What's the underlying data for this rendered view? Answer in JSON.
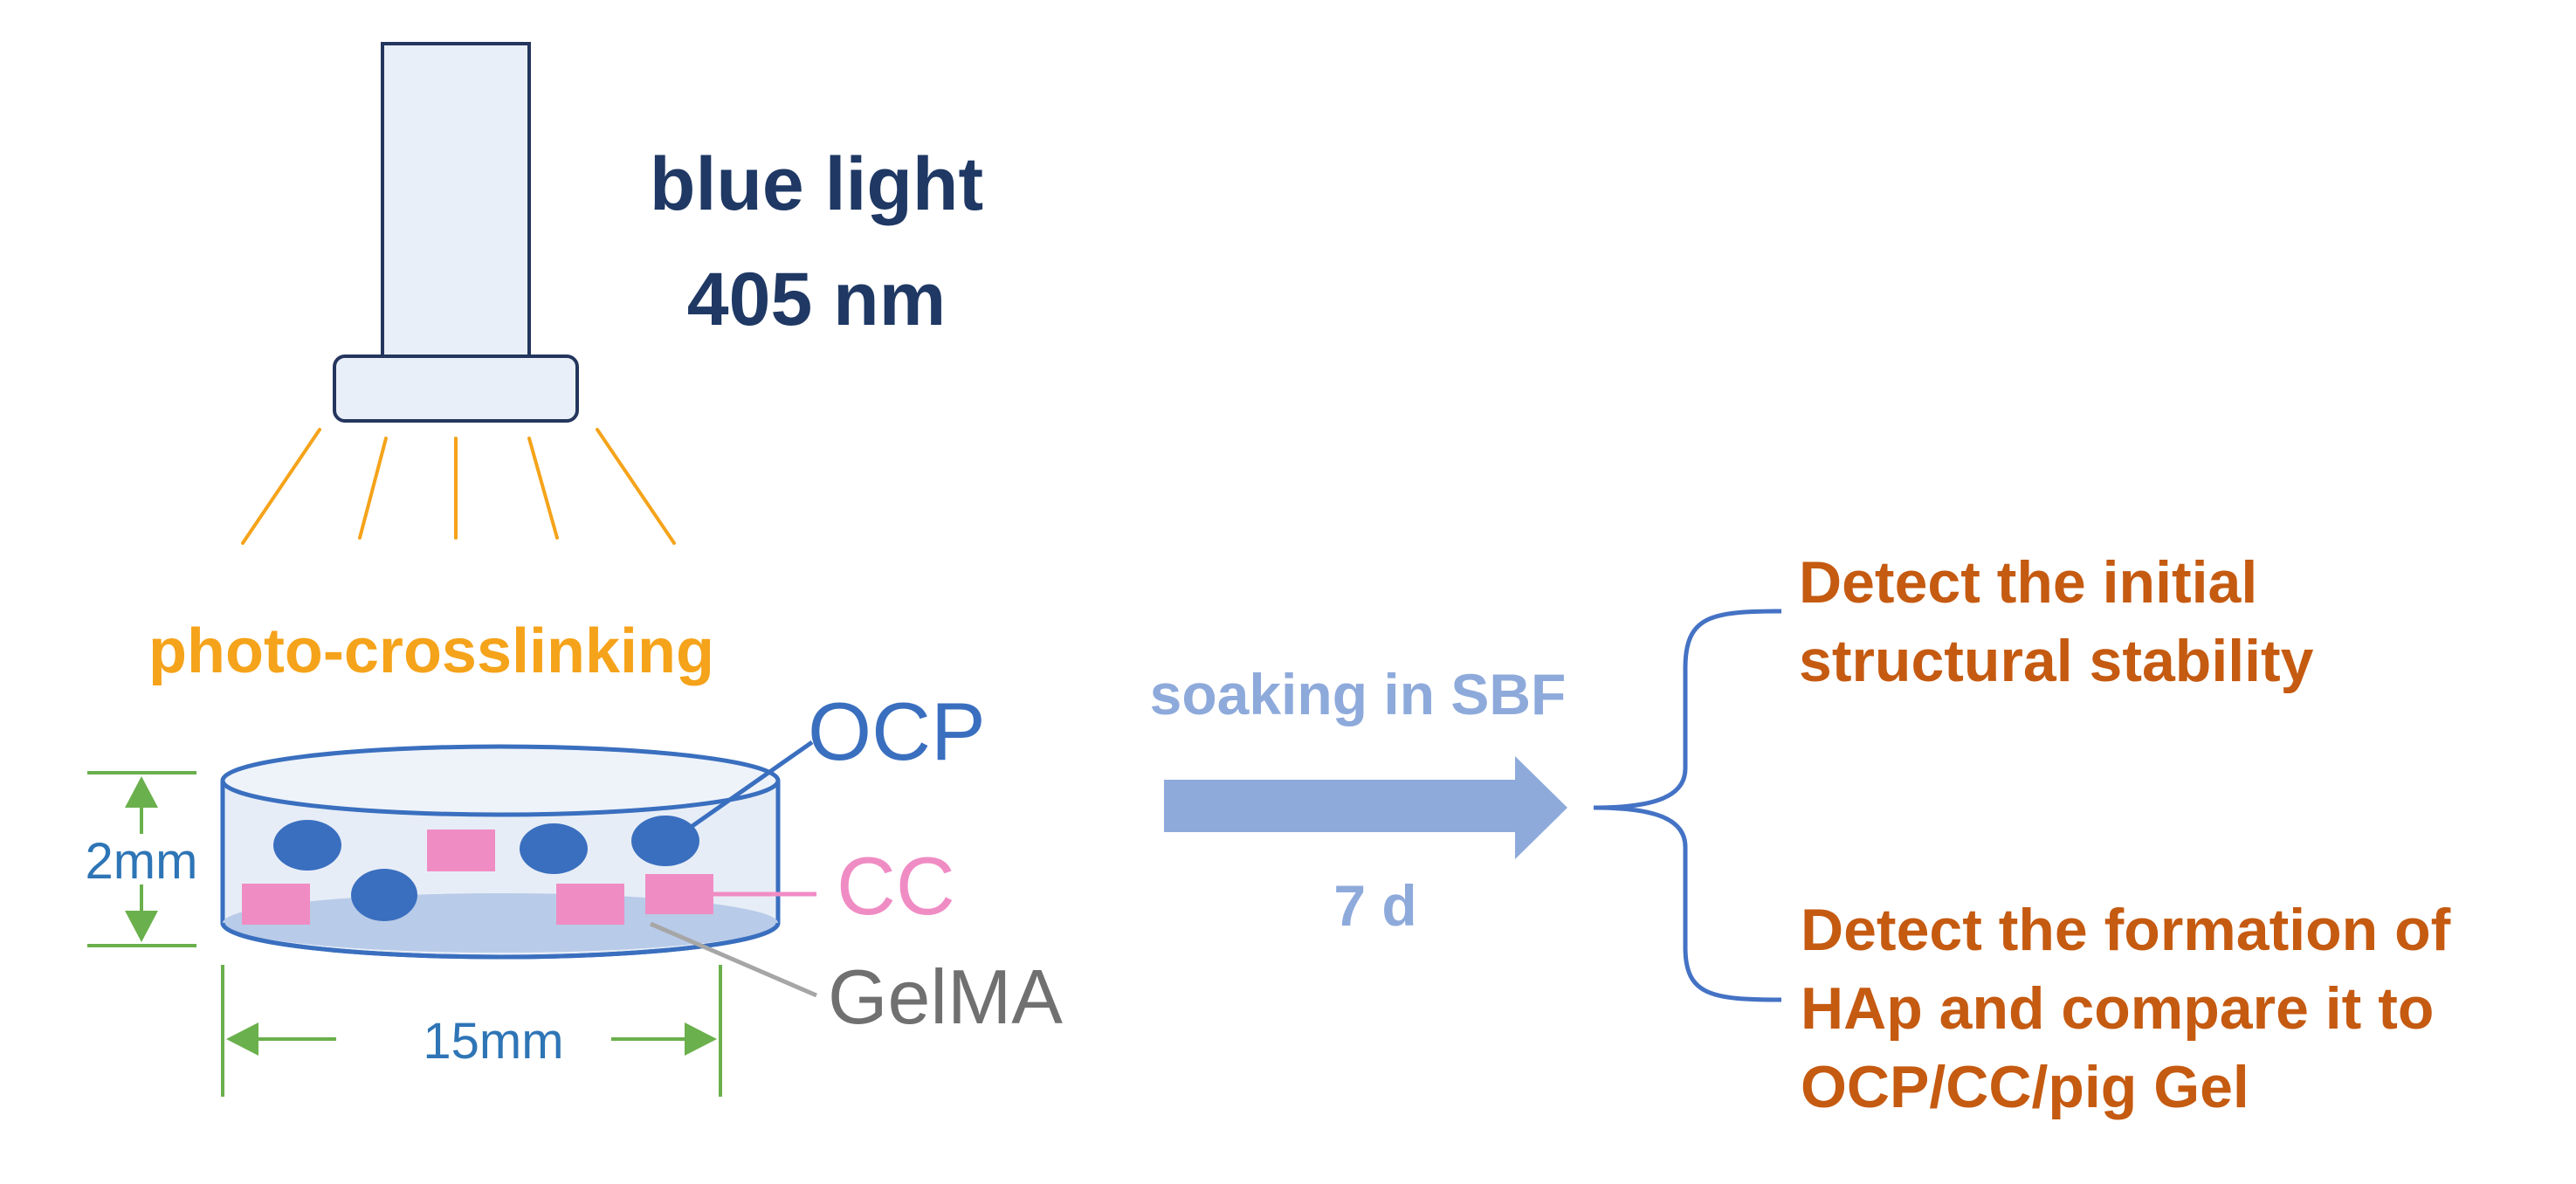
{
  "light": {
    "line1": "blue light",
    "line2": "405 nm",
    "color": "#1f3864"
  },
  "process": {
    "crosslink_label": "photo-crosslinking",
    "crosslink_color": "#f5a31a"
  },
  "sample": {
    "components": {
      "ocp": "OCP",
      "cc": "CC",
      "gelma": "GelMA"
    },
    "dimensions": {
      "height": "2mm",
      "width": "15mm"
    },
    "colors": {
      "ocp": "#3a6fbf",
      "cc": "#f08cc4",
      "gelma": "#707070",
      "dimension_arrow": "#6ab04c",
      "dimension_text": "#2e75b6"
    }
  },
  "step": {
    "label": "soaking in SBF",
    "duration": "7 d",
    "color": "#8eaadb"
  },
  "outcomes": {
    "color": "#c55a11",
    "items": [
      {
        "lines": [
          "Detect the initial",
          "structural stability"
        ]
      },
      {
        "lines": [
          "Detect the formation of",
          "HAp and compare it to",
          "OCP/CC/pig Gel"
        ]
      }
    ]
  }
}
